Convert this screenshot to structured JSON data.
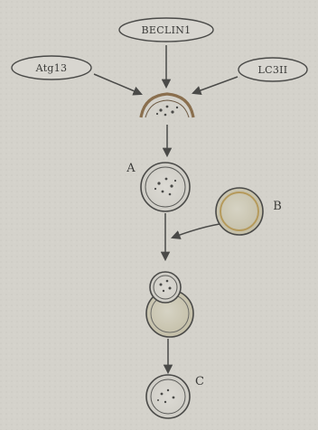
{
  "diagram": {
    "inputs": {
      "top": "BECLIN1",
      "left": "Atg13",
      "right": "LC3II"
    },
    "labels": {
      "a": "A",
      "b": "B",
      "c": "C"
    },
    "colors": {
      "background": "#d4d2cb",
      "ink": "#4a4a48",
      "phagophore": "#8a6f4e",
      "lysosome_rim": "#b59a5c"
    }
  }
}
